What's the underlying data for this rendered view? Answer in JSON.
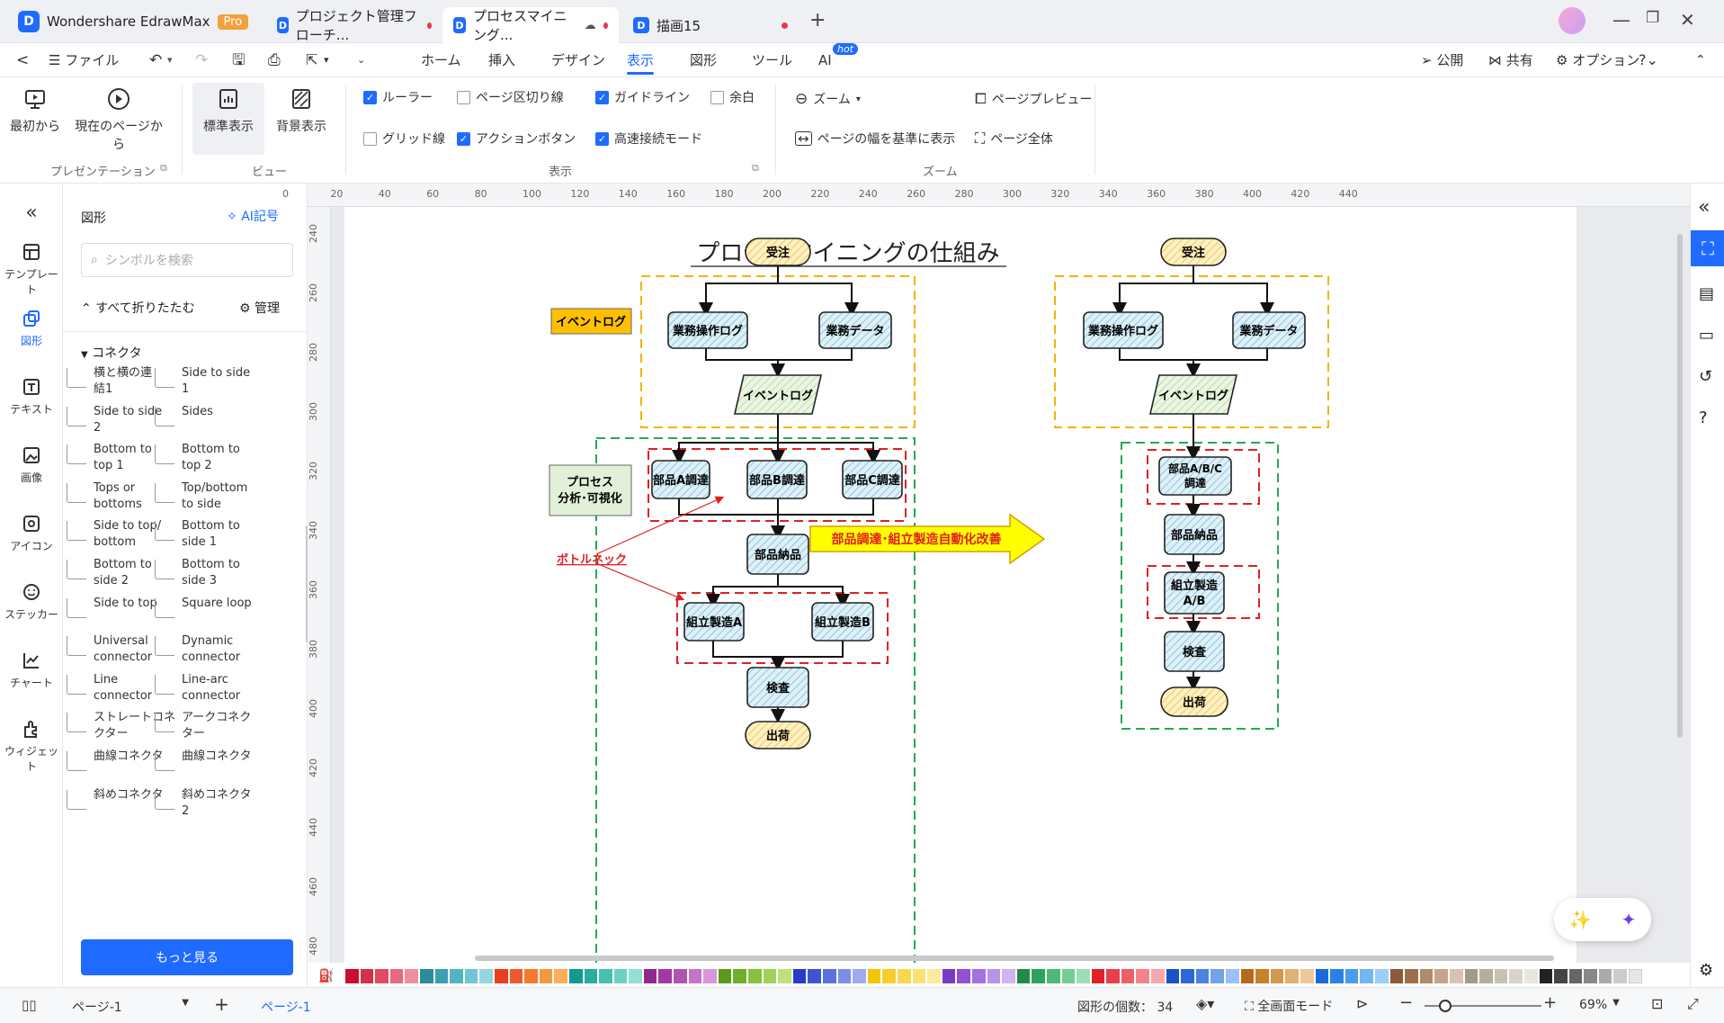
{
  "app": {
    "title": "Wondershare EdrawMax",
    "badge": "Pro"
  },
  "tabs": [
    {
      "label": "プロジェクト管理フローチ..."
    },
    {
      "label": "プロセスマイニング..."
    },
    {
      "label": "描画15"
    }
  ],
  "menu": {
    "back": "<",
    "file": "ファイル",
    "items": [
      "ホーム",
      "挿入",
      "デザイン",
      "表示",
      "図形",
      "ツール",
      "AI"
    ],
    "ai_badge": "hot",
    "publish": "公開",
    "share": "共有",
    "options": "オプション"
  },
  "ribbon": {
    "from_start": "最初から",
    "from_current": "現在のページから",
    "presentation_group": "プレゼンテーション",
    "standard_view": "標準表示",
    "background_view": "背景表示",
    "view_group": "ビュー",
    "checks": [
      {
        "label": "ルーラー",
        "checked": true
      },
      {
        "label": "ページ区切り線",
        "checked": false
      },
      {
        "label": "ガイドライン",
        "checked": true
      },
      {
        "label": "余白",
        "checked": false
      },
      {
        "label": "グリッド線",
        "checked": false
      },
      {
        "label": "アクションボタン",
        "checked": true
      },
      {
        "label": "高速接続モード",
        "checked": true
      }
    ],
    "display_group": "表示",
    "zoom": "ズーム",
    "fit_width": "ページの幅を基準に表示",
    "page_preview": "ページプレビュー",
    "whole_page": "ページ全体",
    "zoom_group": "ズーム"
  },
  "leftrail": [
    "テンプレート",
    "図形",
    "テキスト",
    "画像",
    "アイコン",
    "ステッカー",
    "チャート",
    "ウィジェット"
  ],
  "panel": {
    "title": "図形",
    "ai_symbol": "AI記号",
    "search_placeholder": "シンボルを検索",
    "collapse_all": "すべて折りたたむ",
    "manage": "管理",
    "section": "コネクタ",
    "connectors": [
      [
        "横と横の連",
        "結1"
      ],
      [
        "Side to side",
        "1"
      ],
      [
        "Side to side",
        "2"
      ],
      [
        "Sides",
        ""
      ],
      [
        "Bottom to",
        "top 1"
      ],
      [
        "Bottom to",
        "top 2"
      ],
      [
        "Tops or",
        "bottoms"
      ],
      [
        "Top/bottom",
        "to side"
      ],
      [
        "Side to top/",
        "bottom"
      ],
      [
        "Bottom to",
        "side 1"
      ],
      [
        "Bottom to",
        "side 2"
      ],
      [
        "Bottom to",
        "side 3"
      ],
      [
        "Side to top",
        ""
      ],
      [
        "Square loop",
        ""
      ],
      [
        "Universal",
        "connector"
      ],
      [
        "Dynamic",
        "connector"
      ],
      [
        "Line",
        "connector"
      ],
      [
        "Line-arc",
        "connector"
      ],
      [
        "ストレートコネ",
        "クター"
      ],
      [
        "アークコネク",
        "ター"
      ],
      [
        "曲線コネクタ",
        ""
      ],
      [
        "曲線コネクタ",
        ""
      ],
      [
        "斜めコネクタ",
        ""
      ],
      [
        "斜めコネクタ",
        "2"
      ]
    ],
    "more": "もっと見る"
  },
  "ruler": {
    "top": [
      "0",
      "20",
      "40",
      "60",
      "80",
      "100",
      "120",
      "140",
      "160",
      "180",
      "200",
      "220",
      "240",
      "260",
      "280",
      "300",
      "320",
      "340",
      "360",
      "380",
      "400",
      "420",
      "440"
    ],
    "left": [
      "240",
      "260",
      "280",
      "300",
      "320",
      "340",
      "360",
      "380",
      "400",
      "420",
      "440",
      "460",
      "480"
    ]
  },
  "diagram": {
    "title": "プロセスマイニングの仕組み",
    "left": {
      "order": "受注",
      "ops_log": "業務操作ログ",
      "biz_data": "業務データ",
      "event_log": "イベントログ",
      "parts_a": "部品A調達",
      "parts_b": "部品B調達",
      "parts_c": "部品C調達",
      "delivery": "部品納品",
      "assembly_a": "組立製造A",
      "assembly_b": "組立製造B",
      "inspect": "検査",
      "ship": "出荷",
      "label_eventlog": "イベントログ",
      "label_analysis": "プロセス分析・可視化",
      "bottleneck": "ボトルネック"
    },
    "right": {
      "order": "受注",
      "ops_log": "業務操作ログ",
      "biz_data": "業務データ",
      "event_log": "イベントログ",
      "parts_abc": "部品A/B/C調達",
      "delivery": "部品納品",
      "assembly_ab": "組立製造A/B",
      "inspect": "検査",
      "ship": "出荷"
    },
    "improve": "部品調達･組立製造自動化改善"
  },
  "palette": [
    "#c8102e",
    "#d6304a",
    "#e04a63",
    "#e8687c",
    "#f08ea0",
    "#2a8c9a",
    "#3aa0b0",
    "#52b3c2",
    "#70c5d2",
    "#95d6df",
    "#e8401c",
    "#ee5a2a",
    "#f27a32",
    "#f6963f",
    "#faaf55",
    "#11998e",
    "#29ad9f",
    "#45c0b1",
    "#6bd1c3",
    "#94e0d4",
    "#8e2a8e",
    "#a03aa0",
    "#b352b3",
    "#c672c6",
    "#d996d9",
    "#5c9a1f",
    "#6fae2b",
    "#86c23d",
    "#a0d257",
    "#bde27a",
    "#2a3ac8",
    "#3e54d6",
    "#5a72e0",
    "#7a8fe8",
    "#9eabf0",
    "#f2c40a",
    "#f5ce2e",
    "#f7d84f",
    "#f9e273",
    "#fbeb9a",
    "#7a3ac8",
    "#8f52d6",
    "#a472e0",
    "#b993e8",
    "#cfb4f0",
    "#1f8c4a",
    "#2ea35c",
    "#4aba74",
    "#72cd93",
    "#9edeb4",
    "#e0202a",
    "#e8404a",
    "#ee6068",
    "#f3848a",
    "#f7a8ac",
    "#1a50c8",
    "#2a68d8",
    "#4a84e2",
    "#72a2ea",
    "#9cc0f2",
    "#b86a1a",
    "#c8802a",
    "#d6984a",
    "#e2b072",
    "#ecc89c",
    "#1a6ad8",
    "#2a82e6",
    "#4a9cee",
    "#72b6f4",
    "#9ccff8",
    "#8a5a3a",
    "#9c704e",
    "#b08a6a",
    "#c4a58c",
    "#d8c2b0",
    "#a09a8a",
    "#b4ae9e",
    "#c6c2b4",
    "#d8d4ca",
    "#e8e6de",
    "#222222",
    "#444444",
    "#666666",
    "#888888",
    "#aaaaaa",
    "#cccccc",
    "#e6e6e6"
  ],
  "status": {
    "page_dropdown": "ページ-1",
    "page_tab": "ページ-1",
    "shape_count_label": "図形の個数：",
    "shape_count": "34",
    "fullscreen": "全画面モード",
    "zoom": "69%"
  }
}
